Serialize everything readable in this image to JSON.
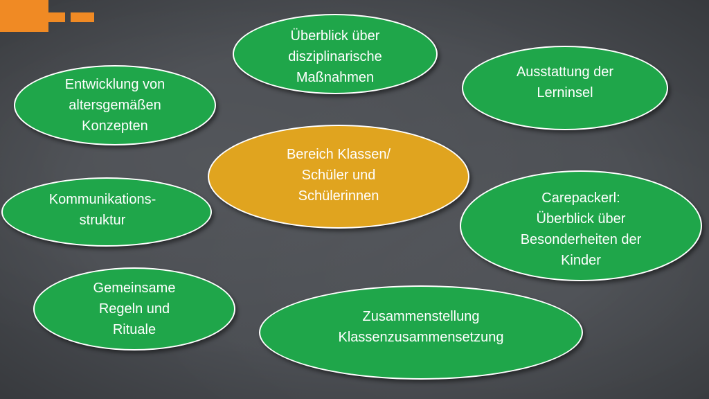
{
  "colors": {
    "background": "#4a4d52",
    "accent": "#f08a24",
    "bubble_green": "#1fa64a",
    "bubble_center": "#e0a41f",
    "bubble_border": "#ffffff",
    "text": "#ffffff"
  },
  "diagram": {
    "center": "Bereich Klassen/\nSchüler und\nSchülerinnen",
    "nodes": {
      "disziplinarische": "Überblick über\ndisziplinarische\nMaßnahmen",
      "ausstattung": "Ausstattung der\nLerninsel",
      "konzepte": "Entwicklung von\naltersgemäßen\nKonzepten",
      "kommunikation": "Kommunikations-\nstruktur",
      "carepackerl": "Carepackerl:\nÜberblick über\nBesonderheiten der\nKinder",
      "regeln": "Gemeinsame\nRegeln und\nRituale",
      "zusammenstellung": "Zusammenstellung\nKlassenzusammensetzung"
    }
  }
}
